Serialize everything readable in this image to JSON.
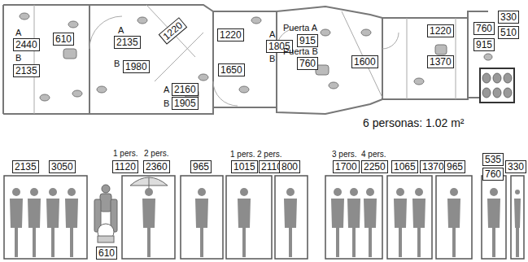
{
  "diagram": {
    "nodes": [
      {
        "text": [
          "2440"
        ]
      },
      {
        "text": [
          "2135"
        ]
      },
      {
        "text": [
          "610"
        ]
      },
      {
        "text": [
          "2135"
        ]
      },
      {
        "text": [
          "1980"
        ]
      },
      {
        "text": [
          "1220"
        ]
      },
      {
        "text": [
          "2160"
        ]
      },
      {
        "text": [
          "1905"
        ]
      },
      {
        "text": [
          "1220"
        ]
      },
      {
        "text": [
          "1805"
        ]
      },
      {
        "text": [
          "1650"
        ]
      },
      {
        "text": [
          "915"
        ]
      },
      {
        "text": [
          "760"
        ]
      },
      {
        "text": [
          "1600"
        ]
      },
      {
        "text": [
          "1220"
        ]
      },
      {
        "text": [
          "1370"
        ]
      },
      {
        "text": [
          "760"
        ]
      },
      {
        "text": [
          "915"
        ]
      },
      {
        "text": [
          "330"
        ]
      },
      {
        "text": [
          "510"
        ]
      },
      {
        "text": [
          "2135"
        ]
      },
      {
        "text": [
          "3050"
        ]
      },
      {
        "text": [
          "1120"
        ]
      },
      {
        "text": [
          "2360"
        ]
      },
      {
        "text": [
          "610"
        ]
      },
      {
        "text": [
          "965"
        ]
      },
      {
        "text": [
          "1015"
        ]
      },
      {
        "text": [
          "2110"
        ]
      },
      {
        "text": [
          "800"
        ]
      },
      {
        "text": [
          "1700"
        ]
      },
      {
        "text": [
          "2250"
        ]
      },
      {
        "text": [
          "1065"
        ]
      },
      {
        "text": [
          "1370"
        ]
      },
      {
        "text": [
          "965"
        ]
      },
      {
        "text": [
          "535"
        ]
      },
      {
        "text": [
          "760"
        ]
      },
      {
        "text": [
          "330"
        ]
      }
    ],
    "labels": [
      "A",
      "B",
      "A",
      "B",
      "A",
      "B",
      "A",
      "B",
      "Puerta A",
      "Puerta B",
      "6 personas: 1.02 m²",
      "1 pers.",
      "2 pers.",
      "1 pers.",
      "2 pers.",
      "3 pers.",
      "4 pers."
    ]
  }
}
